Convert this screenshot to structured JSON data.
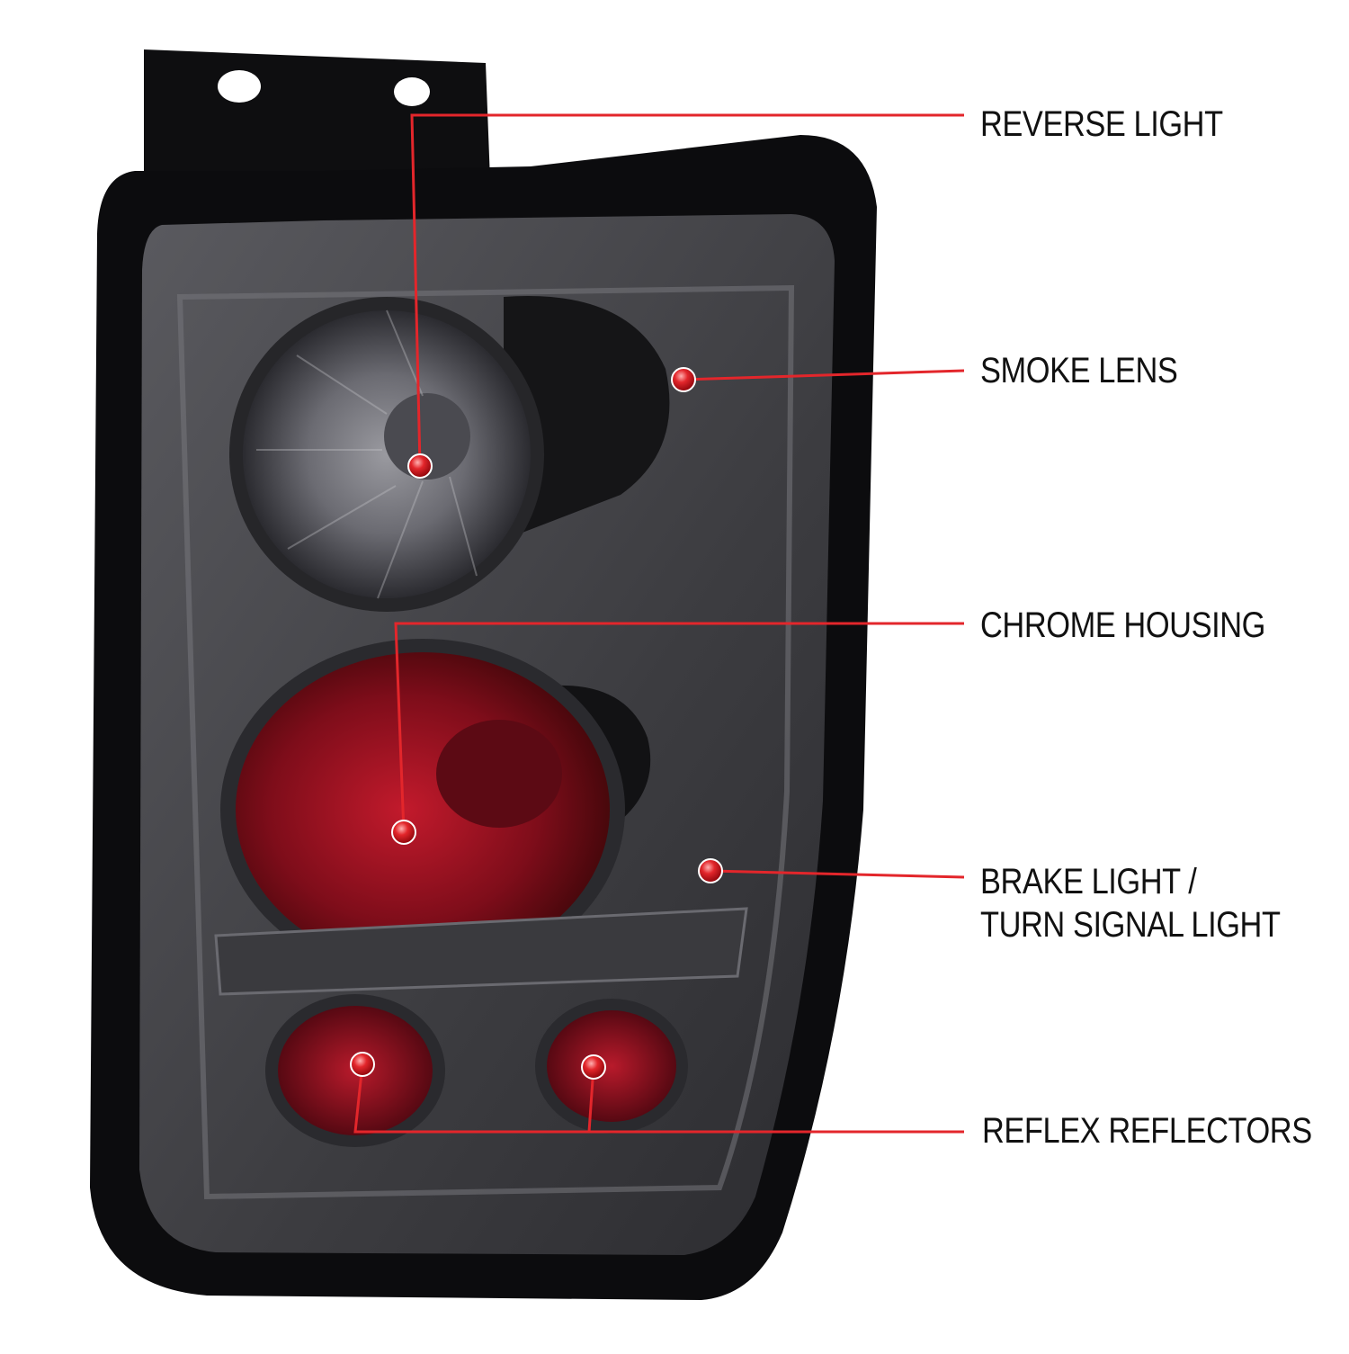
{
  "colors": {
    "accent": "#e3262b",
    "lens_smoke": "#3a3a3c",
    "lens_red": "#8e1020",
    "frame": "#0d0d0f"
  },
  "callouts": [
    {
      "key": "reverse",
      "text": "REVERSE LIGHT"
    },
    {
      "key": "smoke",
      "text": "SMOKE LENS"
    },
    {
      "key": "chrome",
      "text": "CHROME HOUSING"
    },
    {
      "key": "brake",
      "lines": [
        "BRAKE LIGHT /",
        "TURN SIGNAL LIGHT"
      ]
    },
    {
      "key": "reflex",
      "text": "REFLEX REFLECTORS"
    }
  ]
}
